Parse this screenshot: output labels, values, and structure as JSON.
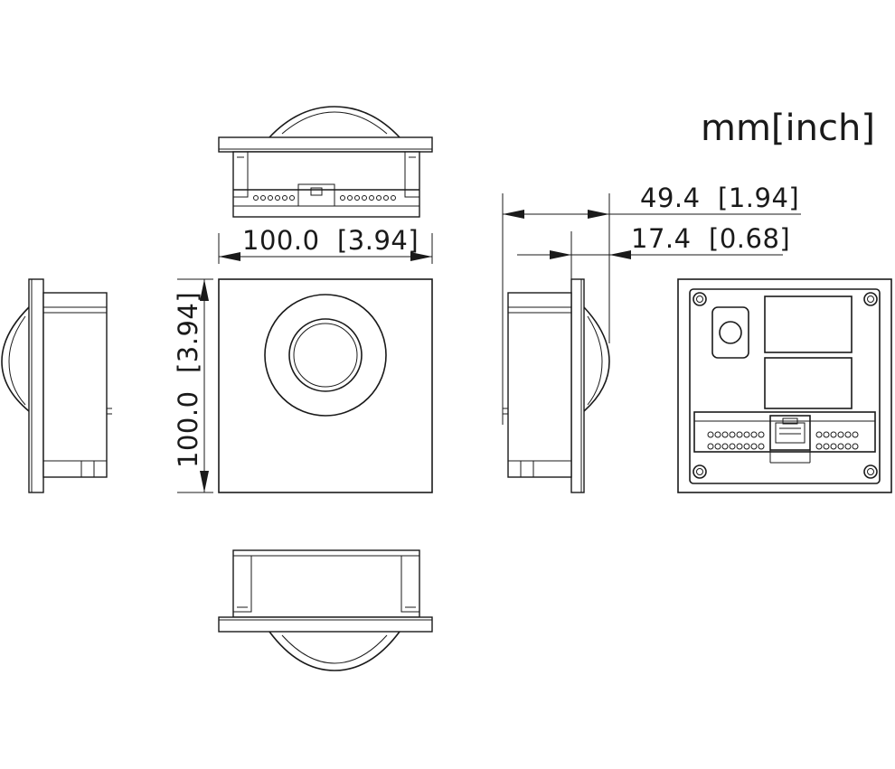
{
  "units_label": "mm[inch]",
  "dimensions": {
    "width": "100.0  [3.94]",
    "height": "100.0  [3.94]",
    "total_depth": "49.4  [1.94]",
    "front_depth": "17.4  [0.68]"
  },
  "colors": {
    "line": "#1a1a1a",
    "background": "#ffffff"
  }
}
